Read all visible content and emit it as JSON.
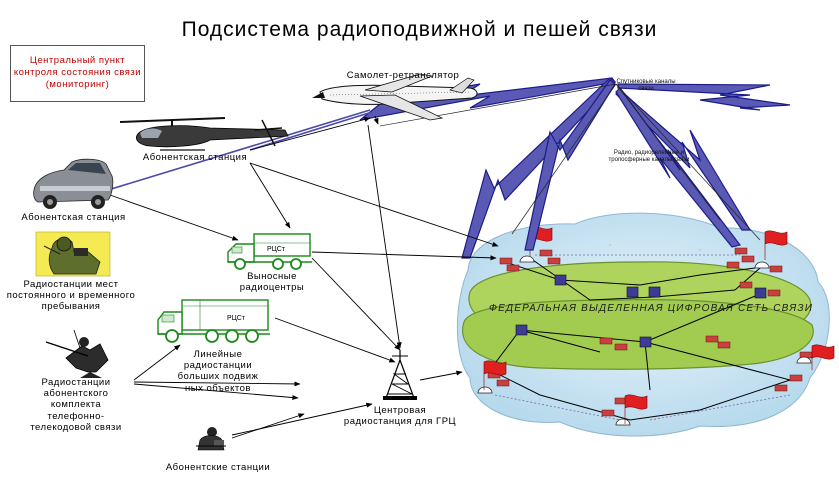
{
  "title": "Подсистема радиоподвижной и пешей связи",
  "monitoring_box": "Центральный пункт контроля состояния связи (мониторинг)",
  "labels": {
    "aircraft": "Самолет-ретранслятор",
    "helicopter": "Абонентская станция",
    "car": "Абонентская станция",
    "soldier_radio": "Радиостанции мест постоянного и временного пребывания",
    "remote_centers": "Выносные радиоцентры",
    "linear_stations": "Линейные радиостанции больших подвиж ных объектов",
    "portable_complex": "Радиостанции абонентского комплекта телефонно-телекодовой связи",
    "subscriber_stations": "Абонентские станции",
    "central_station": "Центровая радиостанция для ГРЦ",
    "satellite_channels": "Спутниковые каналы связи",
    "radio_channels": "Радио, радиорелейные и тропосферные каналы связи",
    "network": "ФЕДЕРАЛЬНАЯ ВЫДЕЛЕННАЯ ЦИФРОВАЯ СЕТЬ СВЯЗИ",
    "truck_tag": "РЦСт"
  },
  "colors": {
    "lightning": "#1c1c8c",
    "lightning_fill": "#5a5ab4",
    "cloud": "#c6e2f0",
    "island": "#a8cf58",
    "island_edge": "#6c9030",
    "flag": "#e02020",
    "node": "#c03030",
    "router": "#3c3c96",
    "truck_green": "#1a8a1a",
    "monitor_text": "#c00000"
  }
}
